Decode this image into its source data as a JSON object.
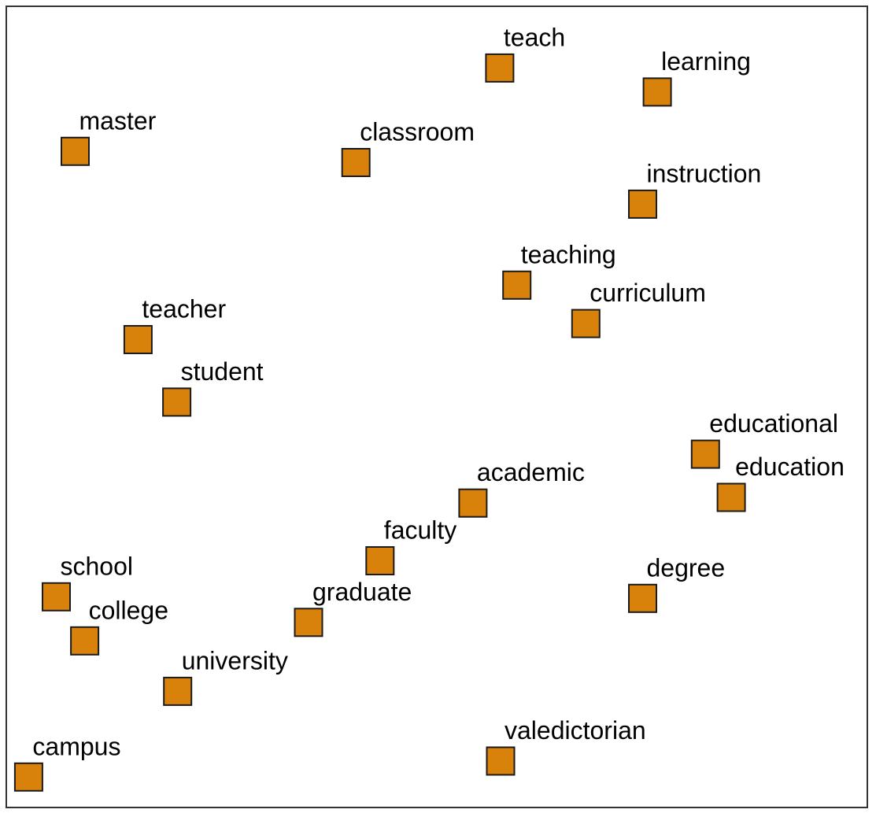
{
  "chart_data": {
    "type": "scatter",
    "title": "",
    "xlabel": "",
    "ylabel": "",
    "xlim": [
      0,
      100
    ],
    "ylim": [
      0,
      100
    ],
    "grid": false,
    "legend": "none",
    "marker": "square",
    "marker_color": "#d9820b",
    "marker_edge_color": "#1a1a1a",
    "points": [
      {
        "label": "teach",
        "x": 57.3,
        "y": 92.3
      },
      {
        "label": "learning",
        "x": 75.6,
        "y": 89.3
      },
      {
        "label": "master",
        "x": 8.0,
        "y": 81.9
      },
      {
        "label": "classroom",
        "x": 40.6,
        "y": 80.5
      },
      {
        "label": "instruction",
        "x": 73.9,
        "y": 75.3
      },
      {
        "label": "teaching",
        "x": 59.3,
        "y": 65.2
      },
      {
        "label": "curriculum",
        "x": 67.3,
        "y": 60.4
      },
      {
        "label": "teacher",
        "x": 15.3,
        "y": 58.4
      },
      {
        "label": "student",
        "x": 19.8,
        "y": 50.6
      },
      {
        "label": "educational",
        "x": 81.2,
        "y": 44.1
      },
      {
        "label": "education",
        "x": 84.2,
        "y": 38.7
      },
      {
        "label": "academic",
        "x": 54.2,
        "y": 38.0
      },
      {
        "label": "faculty",
        "x": 43.4,
        "y": 30.8
      },
      {
        "label": "school",
        "x": 5.8,
        "y": 26.3
      },
      {
        "label": "degree",
        "x": 73.9,
        "y": 26.1
      },
      {
        "label": "college",
        "x": 9.1,
        "y": 20.8
      },
      {
        "label": "graduate",
        "x": 35.1,
        "y": 23.1
      },
      {
        "label": "university",
        "x": 19.9,
        "y": 14.5
      },
      {
        "label": "valedictorian",
        "x": 57.4,
        "y": 5.8
      },
      {
        "label": "campus",
        "x": 2.6,
        "y": 3.8
      }
    ]
  }
}
